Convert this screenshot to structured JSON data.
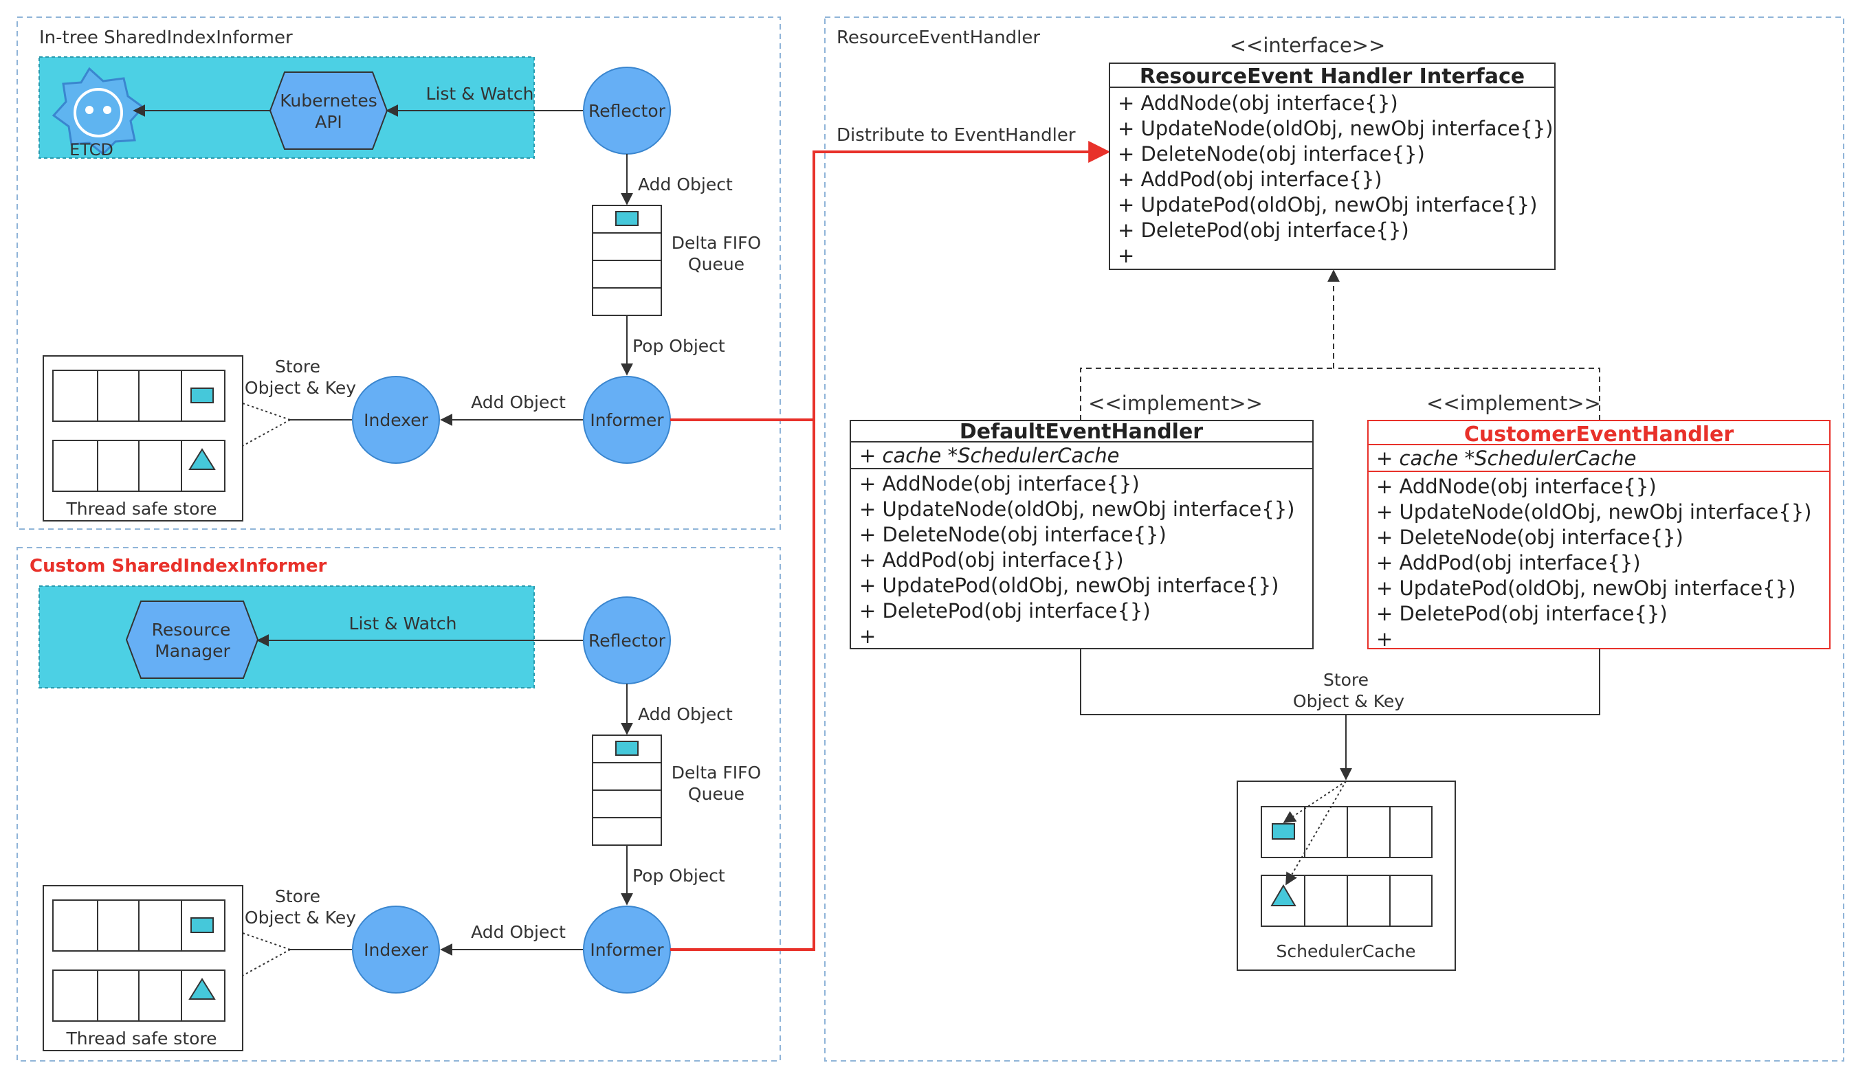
{
  "colors": {
    "circle_fill": "#66aff5",
    "circle_stroke": "#3a86cf",
    "panel_fill": "#4cd0e4",
    "cyan_item": "#45c8da",
    "red": "#e8312a",
    "dash_border": "#8fb4d8",
    "line": "#333333"
  },
  "intree": {
    "title": "In-tree SharedIndexInformer",
    "etcd_label": "ETCD",
    "api_label_1": "Kubernetes",
    "api_label_2": "API",
    "list_watch": "List & Watch",
    "reflector": "Reflector",
    "add_object_1": "Add Object",
    "fifo_label_1": "Delta FIFO",
    "fifo_label_2": "Queue",
    "pop_object": "Pop Object",
    "informer": "Informer",
    "add_object_2": "Add Object",
    "indexer": "Indexer",
    "store_label_1": "Store",
    "store_label_2": "Object & Key",
    "thread_safe_store": "Thread safe store"
  },
  "custom": {
    "title": "Custom SharedIndexInformer",
    "resource_manager_1": "Resource",
    "resource_manager_2": "Manager",
    "list_watch": "List & Watch",
    "reflector": "Reflector",
    "add_object_1": "Add Object",
    "fifo_label_1": "Delta FIFO",
    "fifo_label_2": "Queue",
    "pop_object": "Pop Object",
    "informer": "Informer",
    "add_object_2": "Add Object",
    "indexer": "Indexer",
    "store_label_1": "Store",
    "store_label_2": "Object & Key",
    "thread_safe_store": "Thread safe store"
  },
  "handler": {
    "title": "ResourceEventHandler",
    "distribute": "Distribute to EventHandler",
    "interface_stereotype": "<<interface>>",
    "interface_name": "ResourceEvent Handler Interface",
    "interface_methods": [
      "+ AddNode(obj interface{})",
      "+ UpdateNode(oldObj, newObj interface{})",
      "+ DeleteNode(obj interface{})",
      "+ AddPod(obj interface{})",
      "+ UpdatePod(oldObj, newObj interface{})",
      "+ DeletePod(obj interface{})",
      "+"
    ],
    "implement_left": "<<implement>>",
    "implement_right": "<<implement>>",
    "default_name": "DefaultEventHandler",
    "default_field": "+ cache *SchedulerCache",
    "default_methods": [
      "+ AddNode(obj interface{})",
      "+ UpdateNode(oldObj, newObj interface{})",
      "+ DeleteNode(obj interface{})",
      "+ AddPod(obj interface{})",
      "+ UpdatePod(oldObj, newObj interface{})",
      "+ DeletePod(obj interface{})",
      "+"
    ],
    "customer_name": "CustomerEventHandler",
    "customer_field": "+ cache *SchedulerCache",
    "customer_methods": [
      "+ AddNode(obj interface{})",
      "+ UpdateNode(oldObj, newObj interface{})",
      "+ DeleteNode(obj interface{})",
      "+ AddPod(obj interface{})",
      "+ UpdatePod(oldObj, newObj interface{})",
      "+ DeletePod(obj interface{})",
      "+"
    ],
    "store_label_1": "Store",
    "store_label_2": "Object & Key",
    "scheduler_cache": "SchedulerCache"
  }
}
